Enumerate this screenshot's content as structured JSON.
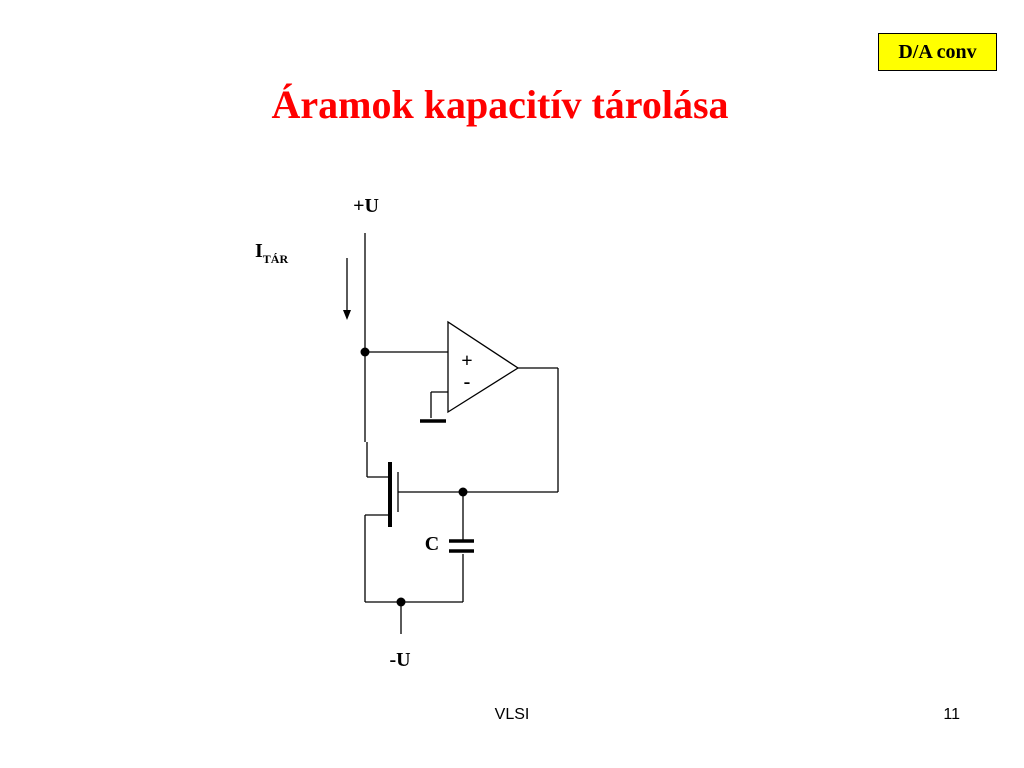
{
  "slide": {
    "tag": "D/A conv",
    "title": "Áramok kapacitív tárolása"
  },
  "diagram": {
    "supply_pos": "+U",
    "supply_neg": "-U",
    "current_symbol": "I",
    "current_subscript": "TÁR",
    "opamp_plus": "+",
    "opamp_minus": "-",
    "capacitor": "C"
  },
  "footer": {
    "center": "VLSI",
    "page_number": "11"
  }
}
